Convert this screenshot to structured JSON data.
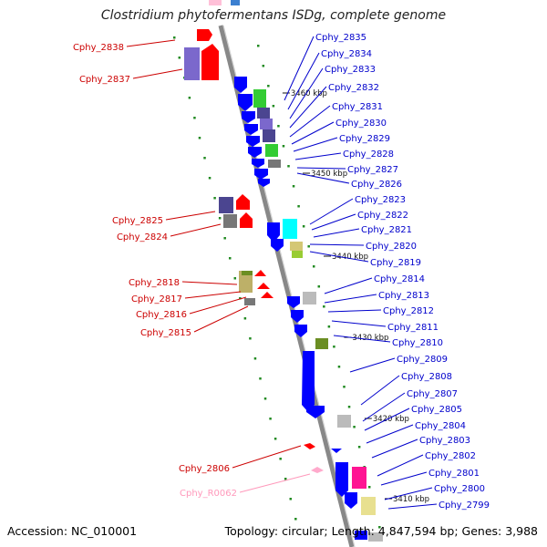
{
  "title": "Clostridium phytofermentans ISDg, complete genome",
  "accession": "Accession: NC_010001",
  "topology": "Topology: circular; Length: 4,847,594 bp; Genes: 3,988",
  "colors": {
    "forward_label": "#0000cc",
    "reverse_label": "#cc0000",
    "rna_label": "#ff99bb",
    "backbone": "#888888",
    "tick": "#228b22"
  },
  "kbp_ticks": [
    "3460 kbp",
    "3450 kbp",
    "3440 kbp",
    "3430 kbp",
    "3420 kbp",
    "3410 kbp"
  ],
  "forward_labels": [
    "Cphy_2835",
    "Cphy_2834",
    "Cphy_2833",
    "Cphy_2832",
    "Cphy_2831",
    "Cphy_2830",
    "Cphy_2829",
    "Cphy_2828",
    "Cphy_2827",
    "Cphy_2826",
    "Cphy_2823",
    "Cphy_2822",
    "Cphy_2821",
    "Cphy_2820",
    "Cphy_2819",
    "Cphy_2814",
    "Cphy_2813",
    "Cphy_2812",
    "Cphy_2811",
    "Cphy_2810",
    "Cphy_2809",
    "Cphy_2808",
    "Cphy_2807",
    "Cphy_2805",
    "Cphy_2804",
    "Cphy_2803",
    "Cphy_2802",
    "Cphy_2801",
    "Cphy_2800",
    "Cphy_2799"
  ],
  "reverse_labels": [
    "Cphy_2838",
    "Cphy_2837",
    "Cphy_2825",
    "Cphy_2824",
    "Cphy_2818",
    "Cphy_2817",
    "Cphy_2816",
    "Cphy_2815",
    "Cphy_2806"
  ],
  "rna_labels": [
    "Cphy_R0062"
  ]
}
